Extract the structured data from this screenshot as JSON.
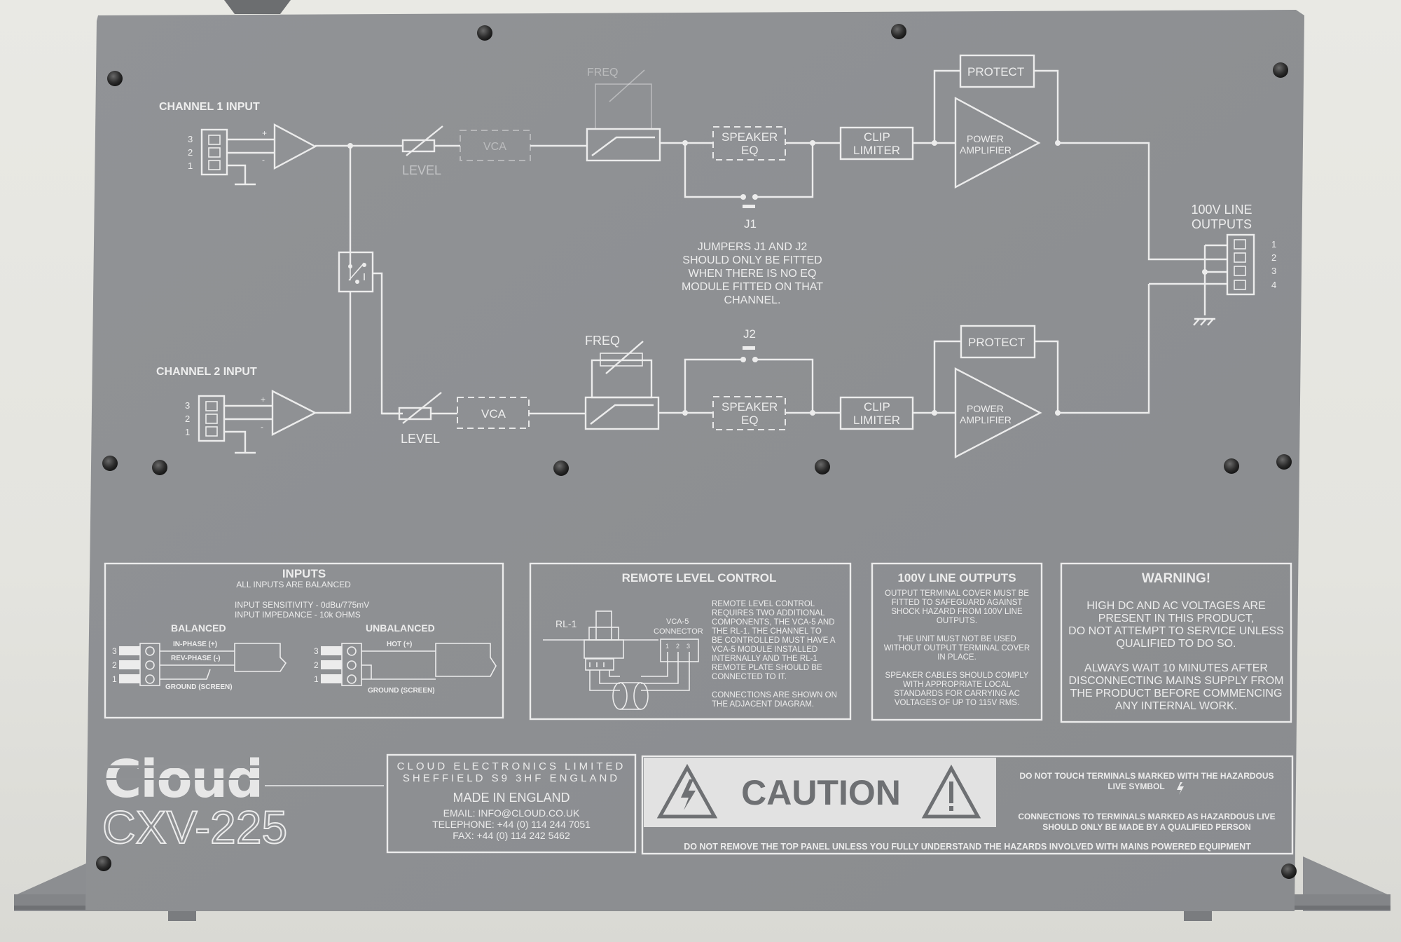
{
  "schematic": {
    "channel1_input": "CHANNEL 1 INPUT",
    "channel2_input": "CHANNEL 2 INPUT",
    "pin_3": "3",
    "pin_2": "2",
    "pin_1": "1",
    "plus": "+",
    "minus": "-",
    "level": "LEVEL",
    "vca": "VCA",
    "freq": "FREQ",
    "speaker_eq_1": "SPEAKER",
    "speaker_eq_2": "EQ",
    "clip_limiter_1": "CLIP",
    "clip_limiter_2": "LIMITER",
    "power_amp_1": "POWER",
    "power_amp_2": "AMPLIFIER",
    "protect": "PROTECT",
    "j1": "J1",
    "j2": "J2",
    "jumper_note": [
      "JUMPERS J1 AND J2",
      "SHOULD ONLY BE FITTED",
      "WHEN THERE IS NO EQ",
      "MODULE FITTED ON THAT",
      "CHANNEL."
    ],
    "line_outputs_1": "100V LINE",
    "line_outputs_2": "OUTPUTS",
    "out_pins": [
      "1",
      "2",
      "3",
      "4"
    ]
  },
  "inputs_box": {
    "title": "INPUTS",
    "subtitle": "ALL INPUTS ARE BALANCED",
    "sensitivity": "INPUT SENSITIVITY - 0dBu/775mV",
    "impedance": "INPUT IMPEDANCE - 10k OHMS",
    "balanced": "BALANCED",
    "unbalanced": "UNBALANCED",
    "in_phase": "IN-PHASE (+)",
    "rev_phase": "REV-PHASE (-)",
    "ground": "GROUND (SCREEN)",
    "hot": "HOT (+)"
  },
  "remote_box": {
    "title": "REMOTE LEVEL CONTROL",
    "rl1": "RL-1",
    "vca5_1": "VCA-5",
    "vca5_2": "CONNECTOR",
    "pins": [
      "1",
      "2",
      "3"
    ],
    "text": [
      "REMOTE LEVEL CONTROL",
      "REQUIRES TWO ADDITIONAL",
      "COMPONENTS, THE VCA-5 AND",
      "THE RL-1.  THE CHANNEL TO",
      "BE CONTROLLED MUST HAVE A",
      "VCA-5 MODULE INSTALLED",
      "INTERNALLY AND THE RL-1",
      "REMOTE PLATE SHOULD BE",
      "CONNECTED TO IT."
    ],
    "text2": [
      "CONNECTIONS ARE SHOWN ON",
      "THE ADJACENT DIAGRAM."
    ]
  },
  "outputs_box": {
    "title": "100V LINE OUTPUTS",
    "p1": [
      "OUTPUT TERMINAL COVER MUST BE",
      "FITTED TO SAFEGUARD AGAINST",
      "SHOCK HAZARD FROM 100V LINE",
      "OUTPUTS."
    ],
    "p2": [
      "THE UNIT MUST NOT BE USED",
      "WITHOUT OUTPUT TERMINAL COVER",
      "IN PLACE."
    ],
    "p3": [
      "SPEAKER CABLES SHOULD COMPLY",
      "WITH APPROPRIATE LOCAL",
      "STANDARDS FOR CARRYING AC",
      "VOLTAGES OF UP TO 115V RMS."
    ]
  },
  "warning_box": {
    "title": "WARNING!",
    "p1": [
      "HIGH DC AND AC VOLTAGES ARE",
      "PRESENT IN THIS PRODUCT,",
      "DO NOT ATTEMPT TO SERVICE UNLESS",
      "QUALIFIED TO DO SO."
    ],
    "p2": [
      "ALWAYS WAIT 10 MINUTES AFTER",
      "DISCONNECTING MAINS SUPPLY FROM",
      "THE PRODUCT BEFORE COMMENCING",
      "ANY INTERNAL WORK."
    ]
  },
  "branding": {
    "logo": "Cloud",
    "model": "CXV-225"
  },
  "maker_box": {
    "line1": "CLOUD  ELECTRONICS  LIMITED",
    "line2": "SHEFFIELD  S9  3HF  ENGLAND",
    "made": "MADE IN ENGLAND",
    "email": "EMAIL: INFO@CLOUD.CO.UK",
    "tel": "TELEPHONE: +44 (0) 114 244 7051",
    "fax": "FAX: +44 (0) 114 242 5462"
  },
  "caution_box": {
    "caution": "CAUTION",
    "note1": [
      "DO NOT TOUCH TERMINALS MARKED WITH THE HAZARDOUS",
      "LIVE SYMBOL"
    ],
    "note2": [
      "CONNECTIONS TO TERMINALS MARKED AS HAZARDOUS LIVE",
      "SHOULD ONLY BE MADE BY A QUALIFIED PERSON"
    ],
    "footer": "DO NOT REMOVE THE TOP PANEL UNLESS YOU FULLY UNDERSTAND THE HAZARDS INVOLVED WITH MAINS POWERED EQUIPMENT"
  },
  "colors": {
    "panel": "#8f9194",
    "print": "#ececec",
    "caution_bg": "#e2e2e2",
    "caution_text": "#6e7073",
    "wall": "#e6e6e1"
  }
}
